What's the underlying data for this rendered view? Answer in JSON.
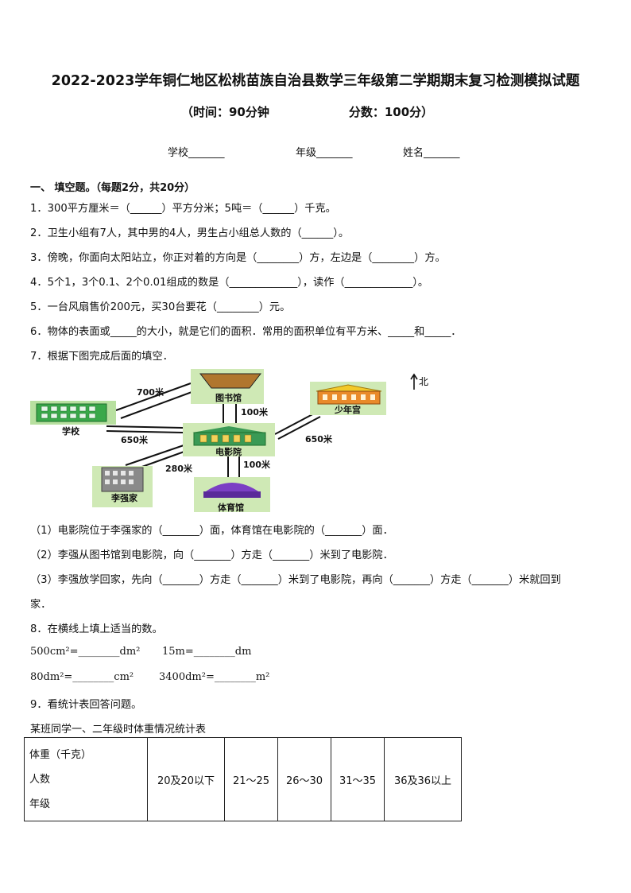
{
  "header": {
    "title": "2022-2023学年铜仁地区松桃苗族自治县数学三年级第二学期期末复习检测模拟试题",
    "time": "（时间：90分钟",
    "score": "分数：100分）",
    "school": "学校_______",
    "grade": "年级_______",
    "name": "姓名_______"
  },
  "section1": {
    "heading": "一、  填空题。（每题2分，共20分）",
    "q1": "1．300平方厘米＝（______）平方分米；5吨＝（______）千克。",
    "q2": "2．卫生小组有7人，其中男的4人，男生占小组总人数的（______）。",
    "q3": "3．傍晚，你面向太阳站立，你正对着的方向是（________）方，左边是（________）方。",
    "q4": "4．5个1，3个0.1、2个0.01组成的数是（_____________），读作（_____________）。",
    "q5": "5．一台风扇售价200元，买30台要花（________）元。",
    "q6": "6．物体的表面或_____的大小，就是它们的面积．常用的面积单位有平方米、_____和_____．",
    "q7": "7．根据下图完成后面的填空．",
    "q7_1": "（1）电影院位于李强家的（_______）面，体育馆在电影院的（_______）面．",
    "q7_2": "（2）李强从图书馆到电影院，向（_______）方走（_______）米到了电影院．",
    "q7_3a": "（3）李强放学回家，先向（_______）方走（_______）米到了电影院，再向（_______）方走（_______）米就回到",
    "q7_3b": "家．",
    "q8": "8．在横线上填上适当的数。",
    "q8_a": "500cm²=________dm²",
    "q8_b": "15m=________dm",
    "q8_c": "80dm²=________cm²",
    "q8_d": "3400dm²=________m²",
    "q9": "9．看统计表回答问题。",
    "q9_caption": "某班同学一、二年级时体重情况统计表"
  },
  "map": {
    "north": "北",
    "library": "图书馆",
    "school": "学校",
    "youth_palace": "少年宫",
    "cinema": "电影院",
    "home": "李强家",
    "gym": "体育馆",
    "d_school_library": "700米",
    "d_library_cinema": "100米",
    "d_school_cinema": "650米",
    "d_cinema_palace": "650米",
    "d_home_cinema": "280米",
    "d_cinema_gym": "100米"
  },
  "table": {
    "head_weight": "体重（千克）",
    "head_people": "人数",
    "head_grade": "年级",
    "cols": [
      "20及20以下",
      "21～25",
      "26～30",
      "31～35",
      "36及36以上"
    ]
  }
}
